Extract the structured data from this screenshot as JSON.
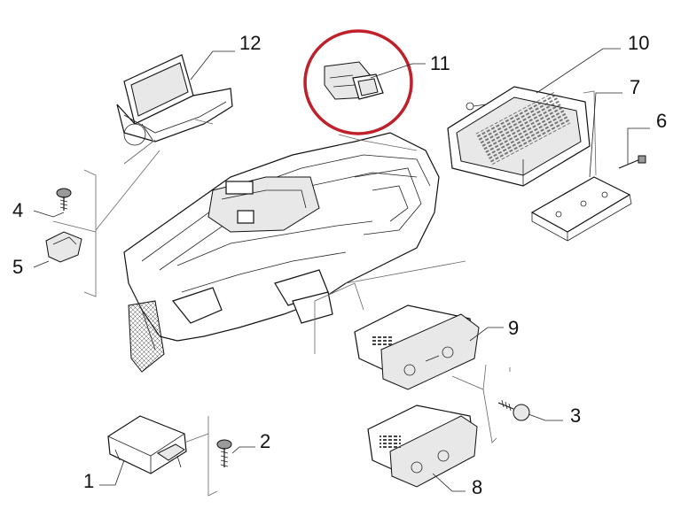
{
  "diagram": {
    "highlight_color": "#c0202a",
    "highlighted_part": "11",
    "callouts": {
      "c1": "1",
      "c2": "2",
      "c3": "3",
      "c4": "4",
      "c5": "5",
      "c6": "6",
      "c7": "7",
      "c8": "8",
      "c9": "9",
      "c10": "10",
      "c11": "11",
      "c12": "12"
    }
  }
}
